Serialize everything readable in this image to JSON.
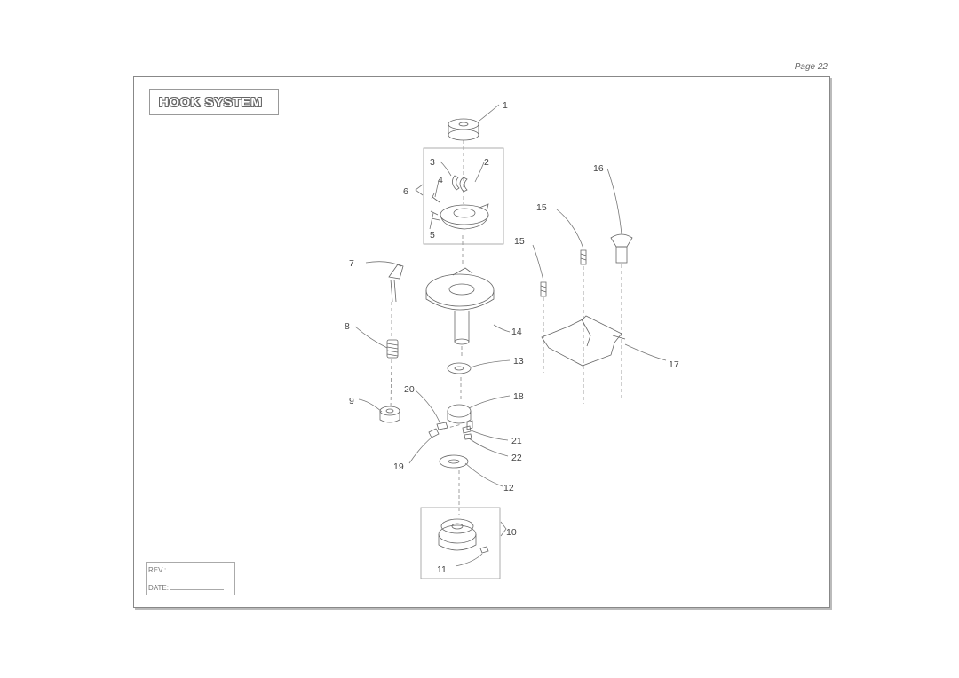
{
  "page": {
    "label": "Page 22"
  },
  "title": "HOOK SYSTEM",
  "revision_block": {
    "rev_label": "REV.:",
    "date_label": "DATE:"
  },
  "callouts": [
    {
      "id": "c1",
      "label": "1"
    },
    {
      "id": "c2",
      "label": "2"
    },
    {
      "id": "c3",
      "label": "3"
    },
    {
      "id": "c4",
      "label": "4"
    },
    {
      "id": "c5",
      "label": "5"
    },
    {
      "id": "c6",
      "label": "6"
    },
    {
      "id": "c7",
      "label": "7"
    },
    {
      "id": "c8",
      "label": "8"
    },
    {
      "id": "c9",
      "label": "9"
    },
    {
      "id": "c10",
      "label": "10"
    },
    {
      "id": "c11",
      "label": "11"
    },
    {
      "id": "c12",
      "label": "12"
    },
    {
      "id": "c13",
      "label": "13"
    },
    {
      "id": "c14",
      "label": "14"
    },
    {
      "id": "c15a",
      "label": "15"
    },
    {
      "id": "c15b",
      "label": "15"
    },
    {
      "id": "c16",
      "label": "16"
    },
    {
      "id": "c17",
      "label": "17"
    },
    {
      "id": "c18",
      "label": "18"
    },
    {
      "id": "c19",
      "label": "19"
    },
    {
      "id": "c20",
      "label": "20"
    },
    {
      "id": "c21",
      "label": "21"
    },
    {
      "id": "c22",
      "label": "22"
    }
  ]
}
